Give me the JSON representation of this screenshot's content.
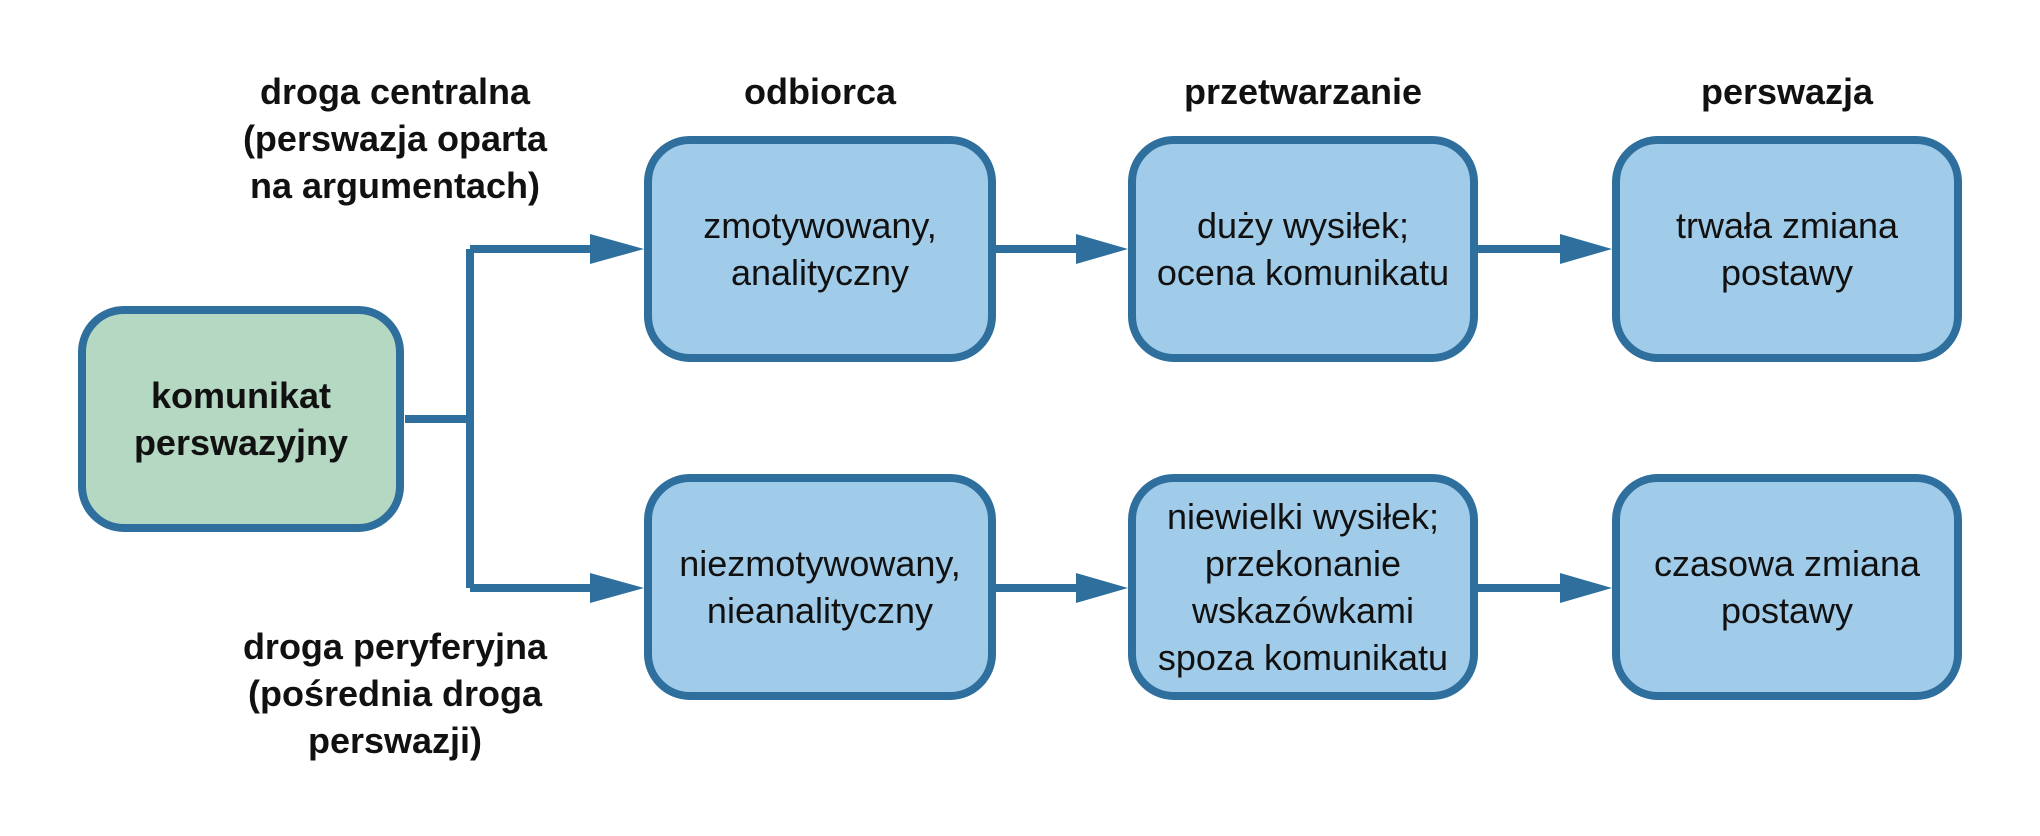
{
  "diagram": {
    "colors": {
      "stroke": "#2e6f9e",
      "box_fill": "#a0cbe9",
      "source_fill": "#b5d8c2"
    },
    "column_headers": [
      "odbiorca",
      "przetwarzanie",
      "perswazja"
    ],
    "route_labels": {
      "central": "droga centralna\n(perswazja oparta\nna argumentach)",
      "peripheral": "droga peryferyjna\n(pośrednia droga\nperswazji)"
    },
    "source": "komunikat\nperswazyjny",
    "central_route": {
      "receiver": "zmotywowany,\nanalityczny",
      "processing": "duży wysiłek;\nocena komunikatu",
      "persuasion": "trwała zmiana\npostawy"
    },
    "peripheral_route": {
      "receiver": "niezmotywowany,\nnieanalityczny",
      "processing": "niewielki wysiłek;\nprzekonanie\nwskazówkami\nspoza komunikatu",
      "persuasion": "czasowa zmiana\npostawy"
    }
  }
}
